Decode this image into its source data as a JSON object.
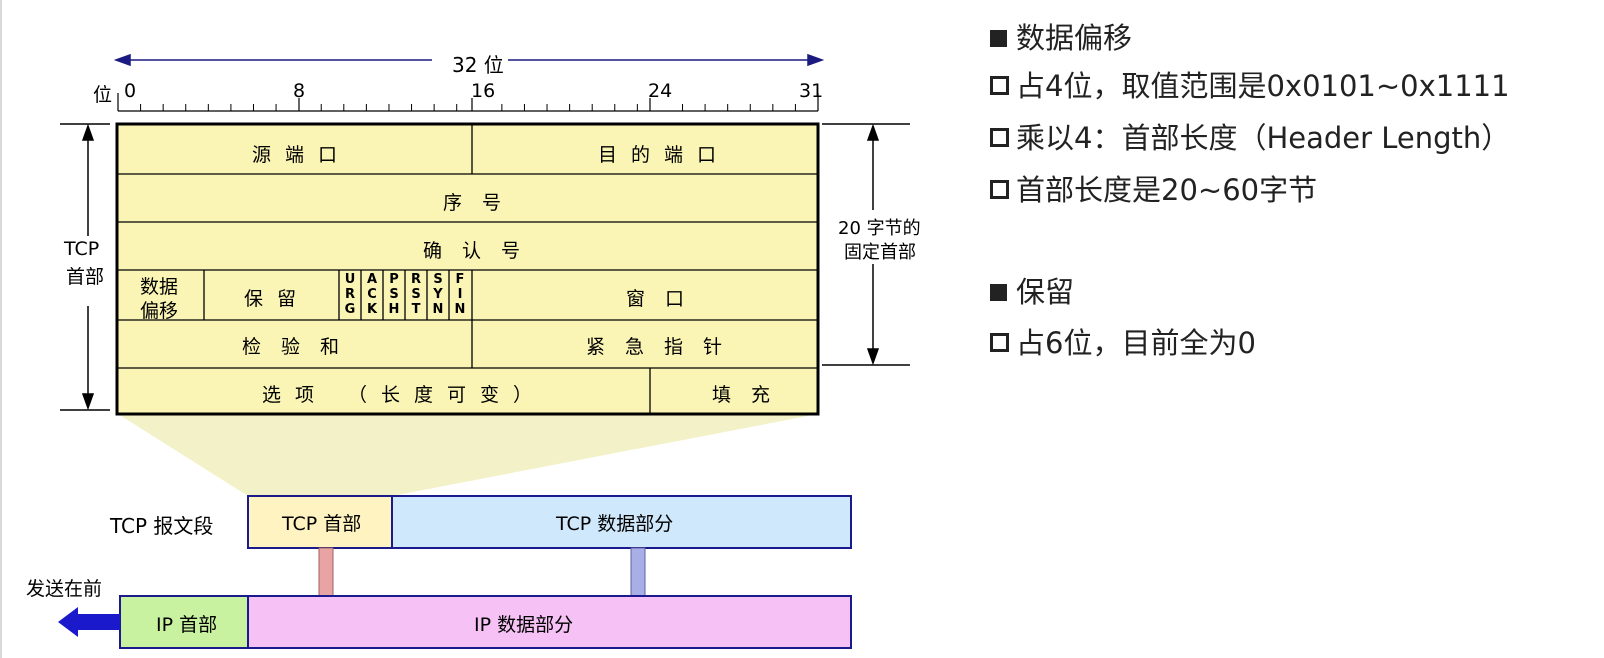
{
  "diagram": {
    "bit_ruler": {
      "width_label": "32 位",
      "axis_label": "位",
      "ticks": [
        "0",
        "8",
        "16",
        "24",
        "31"
      ]
    },
    "header_fields": {
      "source_port": "源端口",
      "dest_port": "目的端口",
      "seq_number": "序号",
      "ack_number": "确认号",
      "data_offset_line1": "数据",
      "data_offset_line2": "偏移",
      "reserved": "保留",
      "flags": [
        "URG",
        "ACK",
        "PSH",
        "RST",
        "SYN",
        "FIN"
      ],
      "window": "窗口",
      "checksum": "检验和",
      "urgent_pointer": "紧急指针",
      "options": "选项 （长度可变）",
      "padding": "填充"
    },
    "side_labels": {
      "tcp_header_line1": "TCP",
      "tcp_header_line2": "首部",
      "fixed_header_line1": "20 字节的",
      "fixed_header_line2": "固定首部"
    },
    "segment": {
      "label": "TCP 报文段",
      "tcp_header": "TCP 首部",
      "tcp_data": "TCP 数据部分",
      "send_first": "发送在前",
      "ip_header": "IP 首部",
      "ip_data": "IP 数据部分"
    },
    "colors": {
      "header_fill": "#fbf5b5",
      "tcp_header_fill": "#fff3c2",
      "tcp_data_fill": "#cfe8fb",
      "ip_header_fill": "#c9f2a0",
      "ip_data_fill": "#f6c1f5",
      "arrow_blue": "#1a1acc"
    }
  },
  "notes": [
    {
      "bullet": "filled",
      "text": "数据偏移"
    },
    {
      "bullet": "hollow",
      "text": "占4位，取值范围是0x0101~0x1111"
    },
    {
      "bullet": "hollow",
      "text": "乘以4：首部长度（Header Length）"
    },
    {
      "bullet": "hollow",
      "text": "首部长度是20~60字节"
    },
    {
      "bullet": "filled",
      "text": "保留"
    },
    {
      "bullet": "hollow",
      "text": "占6位，目前全为0"
    }
  ]
}
